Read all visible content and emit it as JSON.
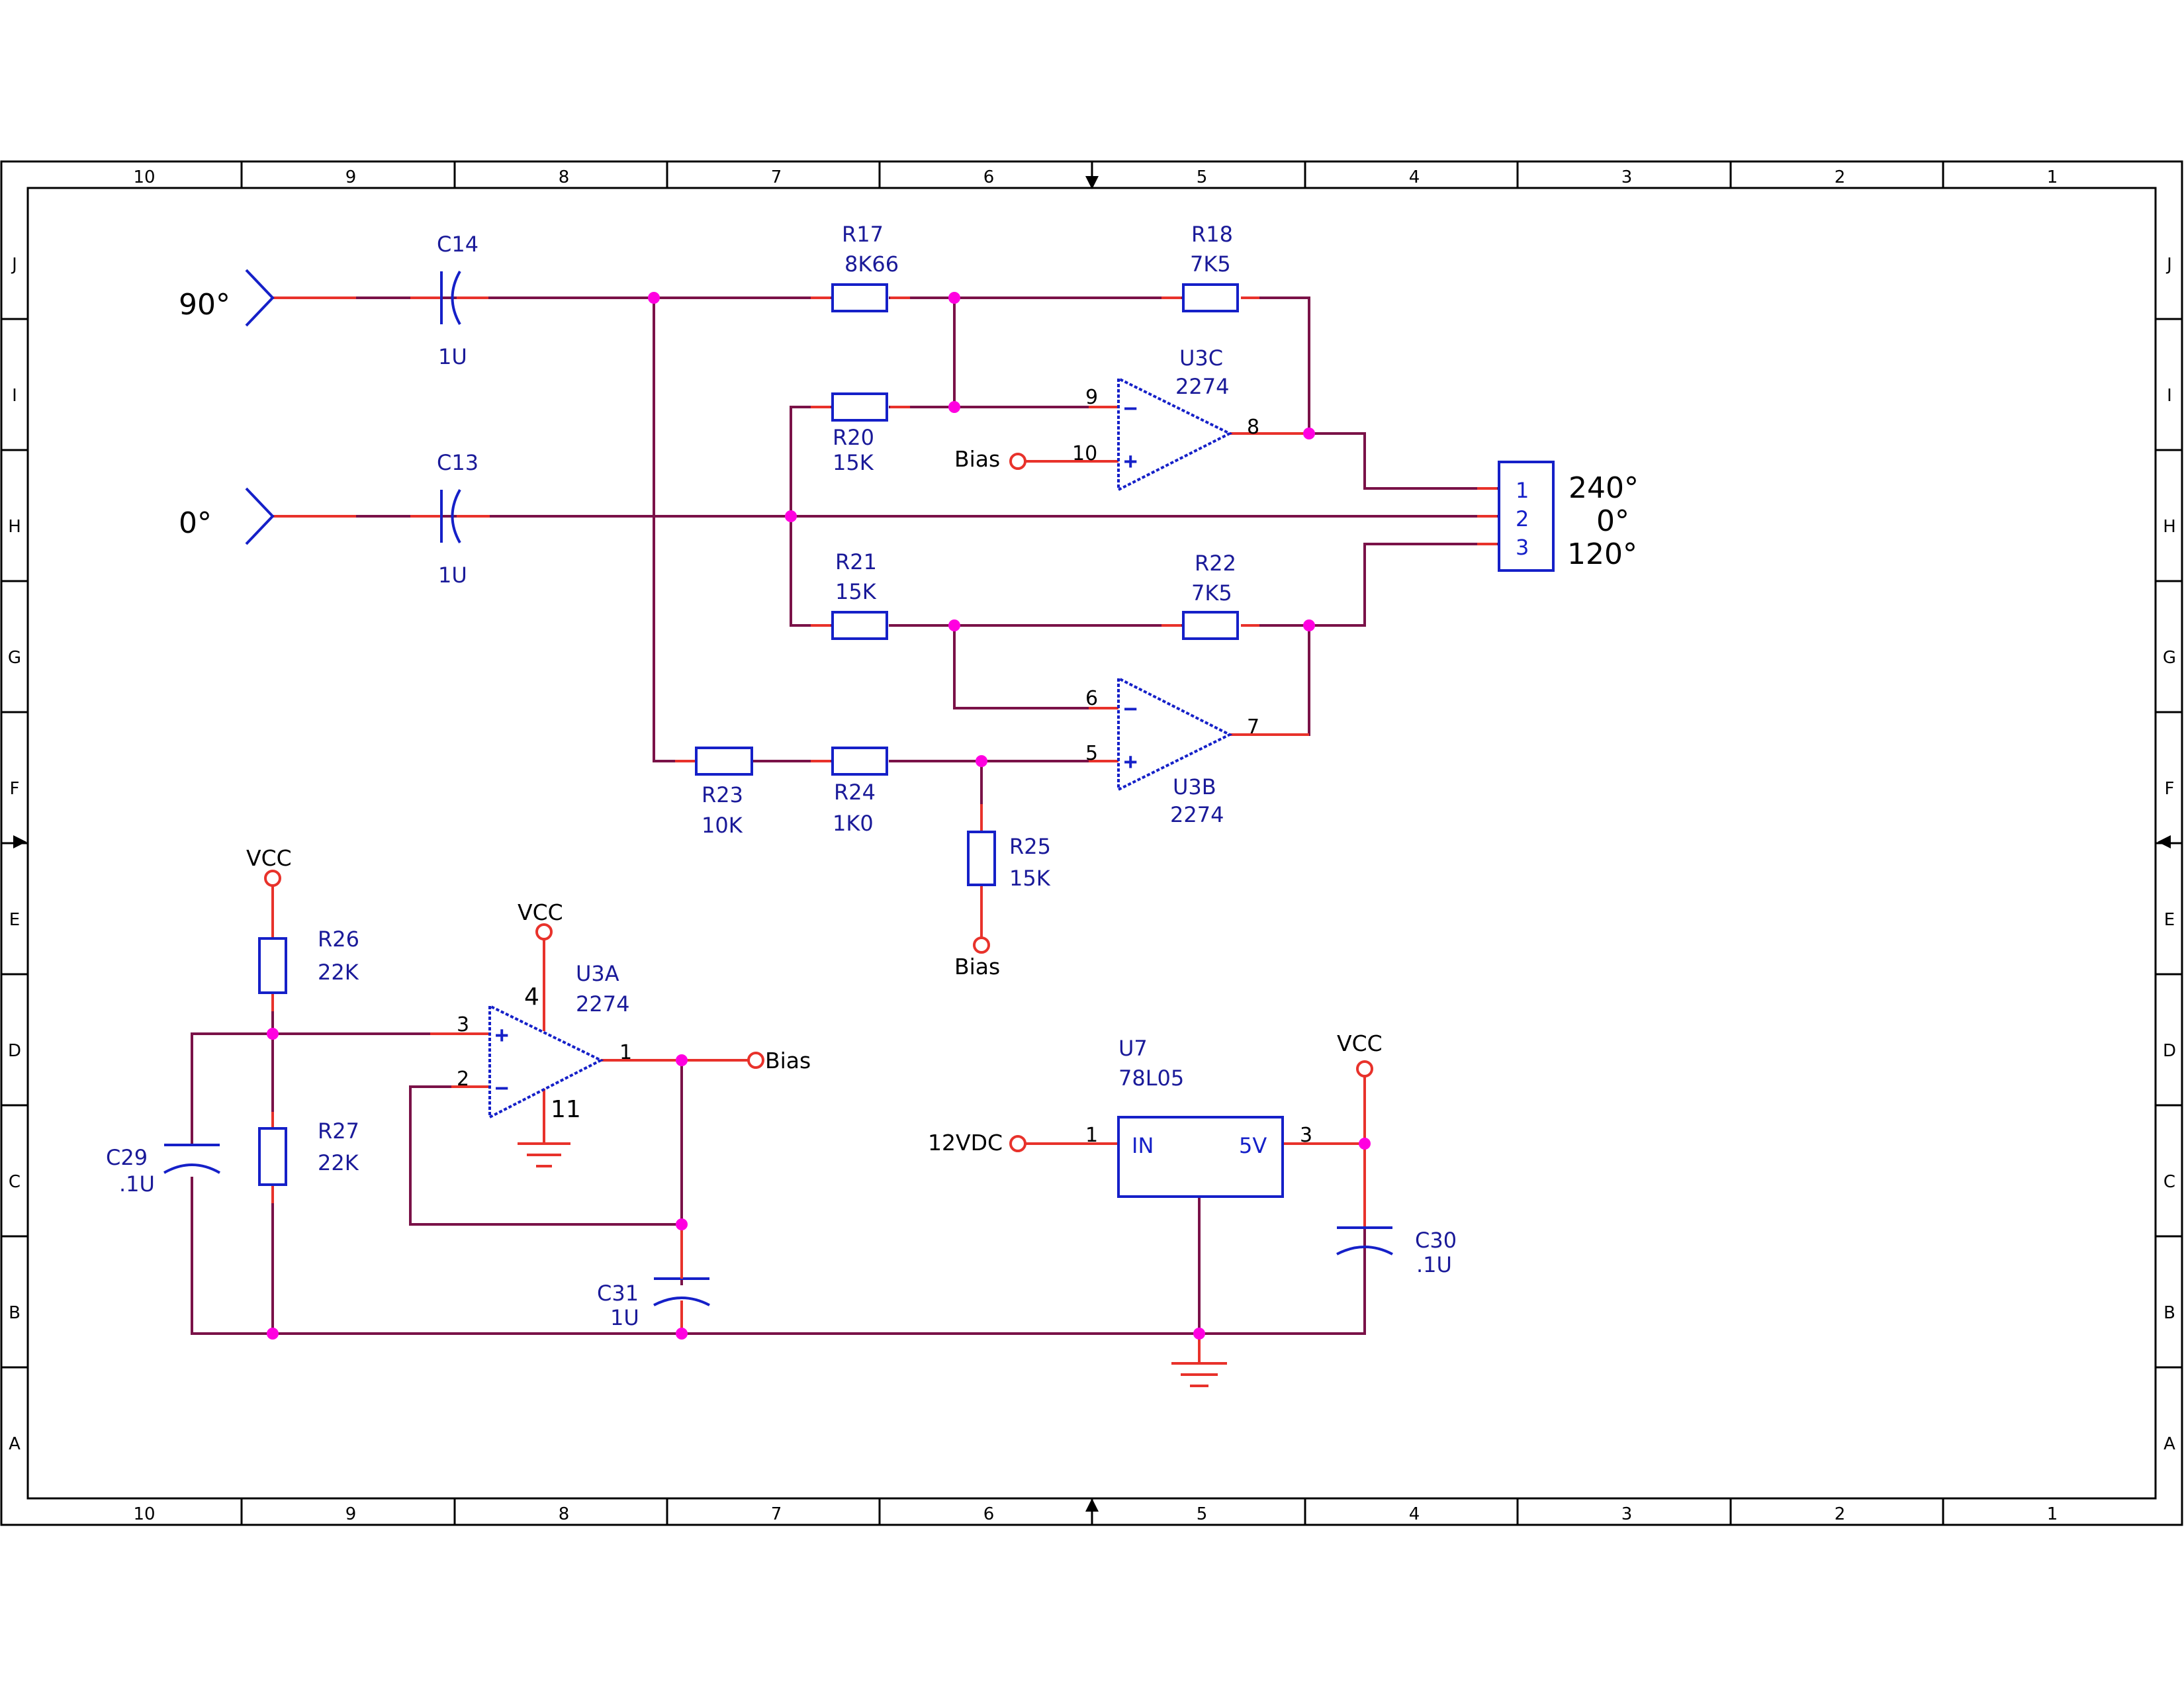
{
  "zones": {
    "columns": [
      "10",
      "9",
      "8",
      "7",
      "6",
      "5",
      "4",
      "3",
      "2",
      "1"
    ],
    "rows": [
      "J",
      "I",
      "H",
      "G",
      "F",
      "E",
      "D",
      "C",
      "B",
      "A"
    ]
  },
  "inputs": {
    "in90": "90°",
    "in0": "0°"
  },
  "capacitors": {
    "c14": {
      "ref": "C14",
      "value": "1U"
    },
    "c13": {
      "ref": "C13",
      "value": "1U"
    },
    "c29": {
      "ref": "C29",
      "value": ".1U"
    },
    "c30": {
      "ref": "C30",
      "value": ".1U"
    },
    "c31": {
      "ref": "C31",
      "value": "1U"
    }
  },
  "resistors": {
    "r17": {
      "ref": "R17",
      "value": "8K66"
    },
    "r18": {
      "ref": "R18",
      "value": "7K5"
    },
    "r20": {
      "ref": "R20",
      "value": "15K"
    },
    "r21": {
      "ref": "R21",
      "value": "15K"
    },
    "r22": {
      "ref": "R22",
      "value": "7K5"
    },
    "r23": {
      "ref": "R23",
      "value": "10K"
    },
    "r24": {
      "ref": "R24",
      "value": "1K0"
    },
    "r25": {
      "ref": "R25",
      "value": "15K"
    },
    "r26": {
      "ref": "R26",
      "value": "22K"
    },
    "r27": {
      "ref": "R27",
      "value": "22K"
    }
  },
  "opamps": {
    "u3c": {
      "ref": "U3C",
      "part": "2274",
      "pin_inv": "9",
      "pin_noninv": "10",
      "pin_out": "8"
    },
    "u3b": {
      "ref": "U3B",
      "part": "2274",
      "pin_inv": "6",
      "pin_noninv": "5",
      "pin_out": "7"
    },
    "u3a": {
      "ref": "U3A",
      "part": "2274",
      "pin_noninv": "3",
      "pin_inv": "2",
      "pin_out": "1",
      "pin_vcc": "4",
      "pin_gnd": "11"
    }
  },
  "regulator": {
    "ref": "U7",
    "part": "78L05",
    "pin_in_label": "IN",
    "pin_out_label": "5V",
    "pin_in": "1",
    "pin_out": "3"
  },
  "connector": {
    "pins": [
      "1",
      "2",
      "3"
    ],
    "labels": [
      "240°",
      "0°",
      "120°"
    ]
  },
  "nets": {
    "bias": "Bias",
    "vcc": "VCC",
    "supply": "12VDC"
  },
  "signs": {
    "minus": "−",
    "plus": "+"
  }
}
